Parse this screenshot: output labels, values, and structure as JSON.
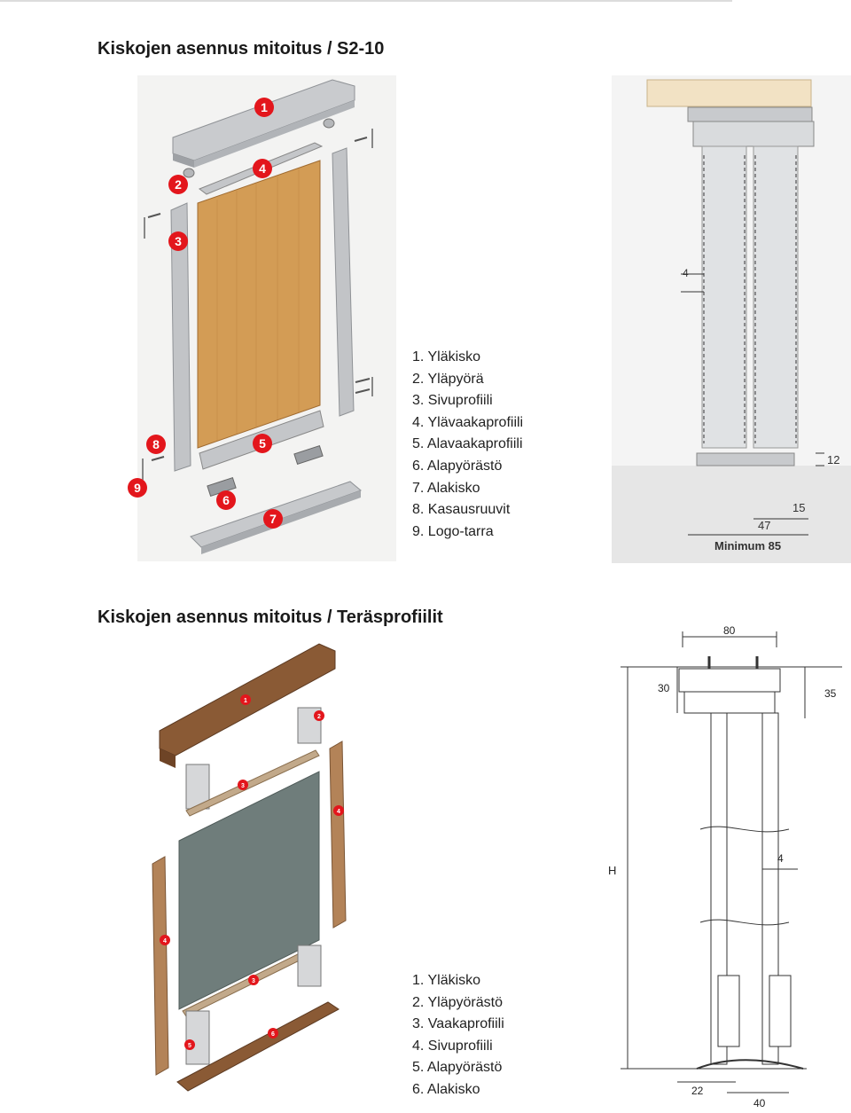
{
  "section1": {
    "title": "Kiskojen asennus mitoitus / S2-10",
    "markers": [
      "1",
      "2",
      "3",
      "4",
      "5",
      "6",
      "7",
      "8",
      "9"
    ],
    "legend": [
      "1. Yläkisko",
      "2. Yläpyörä",
      "3. Sivuprofiili",
      "4. Ylävaakaprofiili",
      "5. Alavaakaprofiili",
      "6. Alapyörästö",
      "7. Alakisko",
      "8. Kasausruuvit",
      "9. Logo-tarra"
    ],
    "dims": {
      "d4": "4",
      "d12": "12",
      "d15": "15",
      "d47": "47",
      "minimum": "Minimum 85"
    }
  },
  "section2": {
    "title": "Kiskojen asennus mitoitus / Teräsprofiilit",
    "markers": [
      "1",
      "2",
      "3",
      "4",
      "4",
      "3",
      "5",
      "6"
    ],
    "legend": [
      "1. Yläkisko",
      "2. Yläpyörästö",
      "3. Vaakaprofiili",
      "4. Sivuprofiili",
      "5. Alapyörästö",
      "6. Alakisko"
    ],
    "dims": {
      "d80": "80",
      "d30": "30",
      "d35": "35",
      "dH": "H",
      "d4": "4",
      "d22": "22",
      "d40": "40"
    }
  },
  "colors": {
    "marker_red": "#e3161c",
    "oak": "#d19a52",
    "alu": "#c7c9cc",
    "bronze": "#8a5a35",
    "glass": "#6f7d7b"
  }
}
